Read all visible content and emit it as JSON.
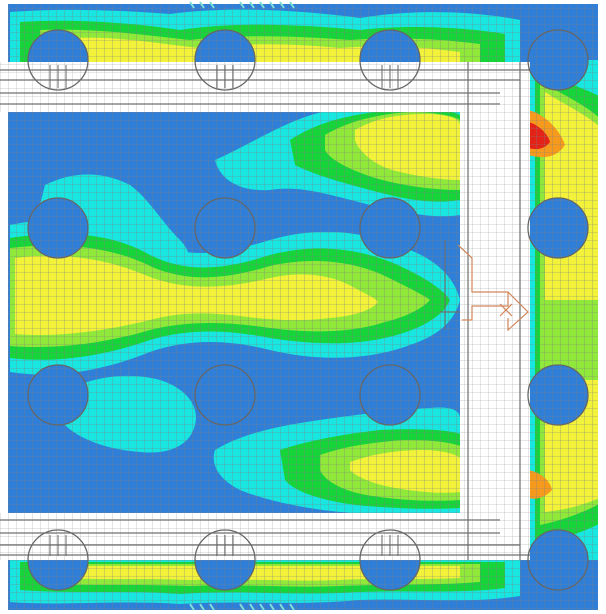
{
  "viewer": {
    "colors": {
      "background": "#ffffff",
      "low": "#2f7fd8",
      "cyan": "#19e6e0",
      "green": "#16d43a",
      "lightgreen": "#8fe83a",
      "yellow": "#f2f23a",
      "orange": "#f59a1c",
      "red": "#e32218",
      "mesh": "#7f7f7f",
      "frame": "#6f6f6f",
      "axis": "#d2875a"
    },
    "contour_legend_levels": [
      "low",
      "cyan",
      "green",
      "lightgreen",
      "yellow",
      "orange",
      "red"
    ],
    "icons": {
      "axis_triad": "axis-triad-icon"
    }
  }
}
